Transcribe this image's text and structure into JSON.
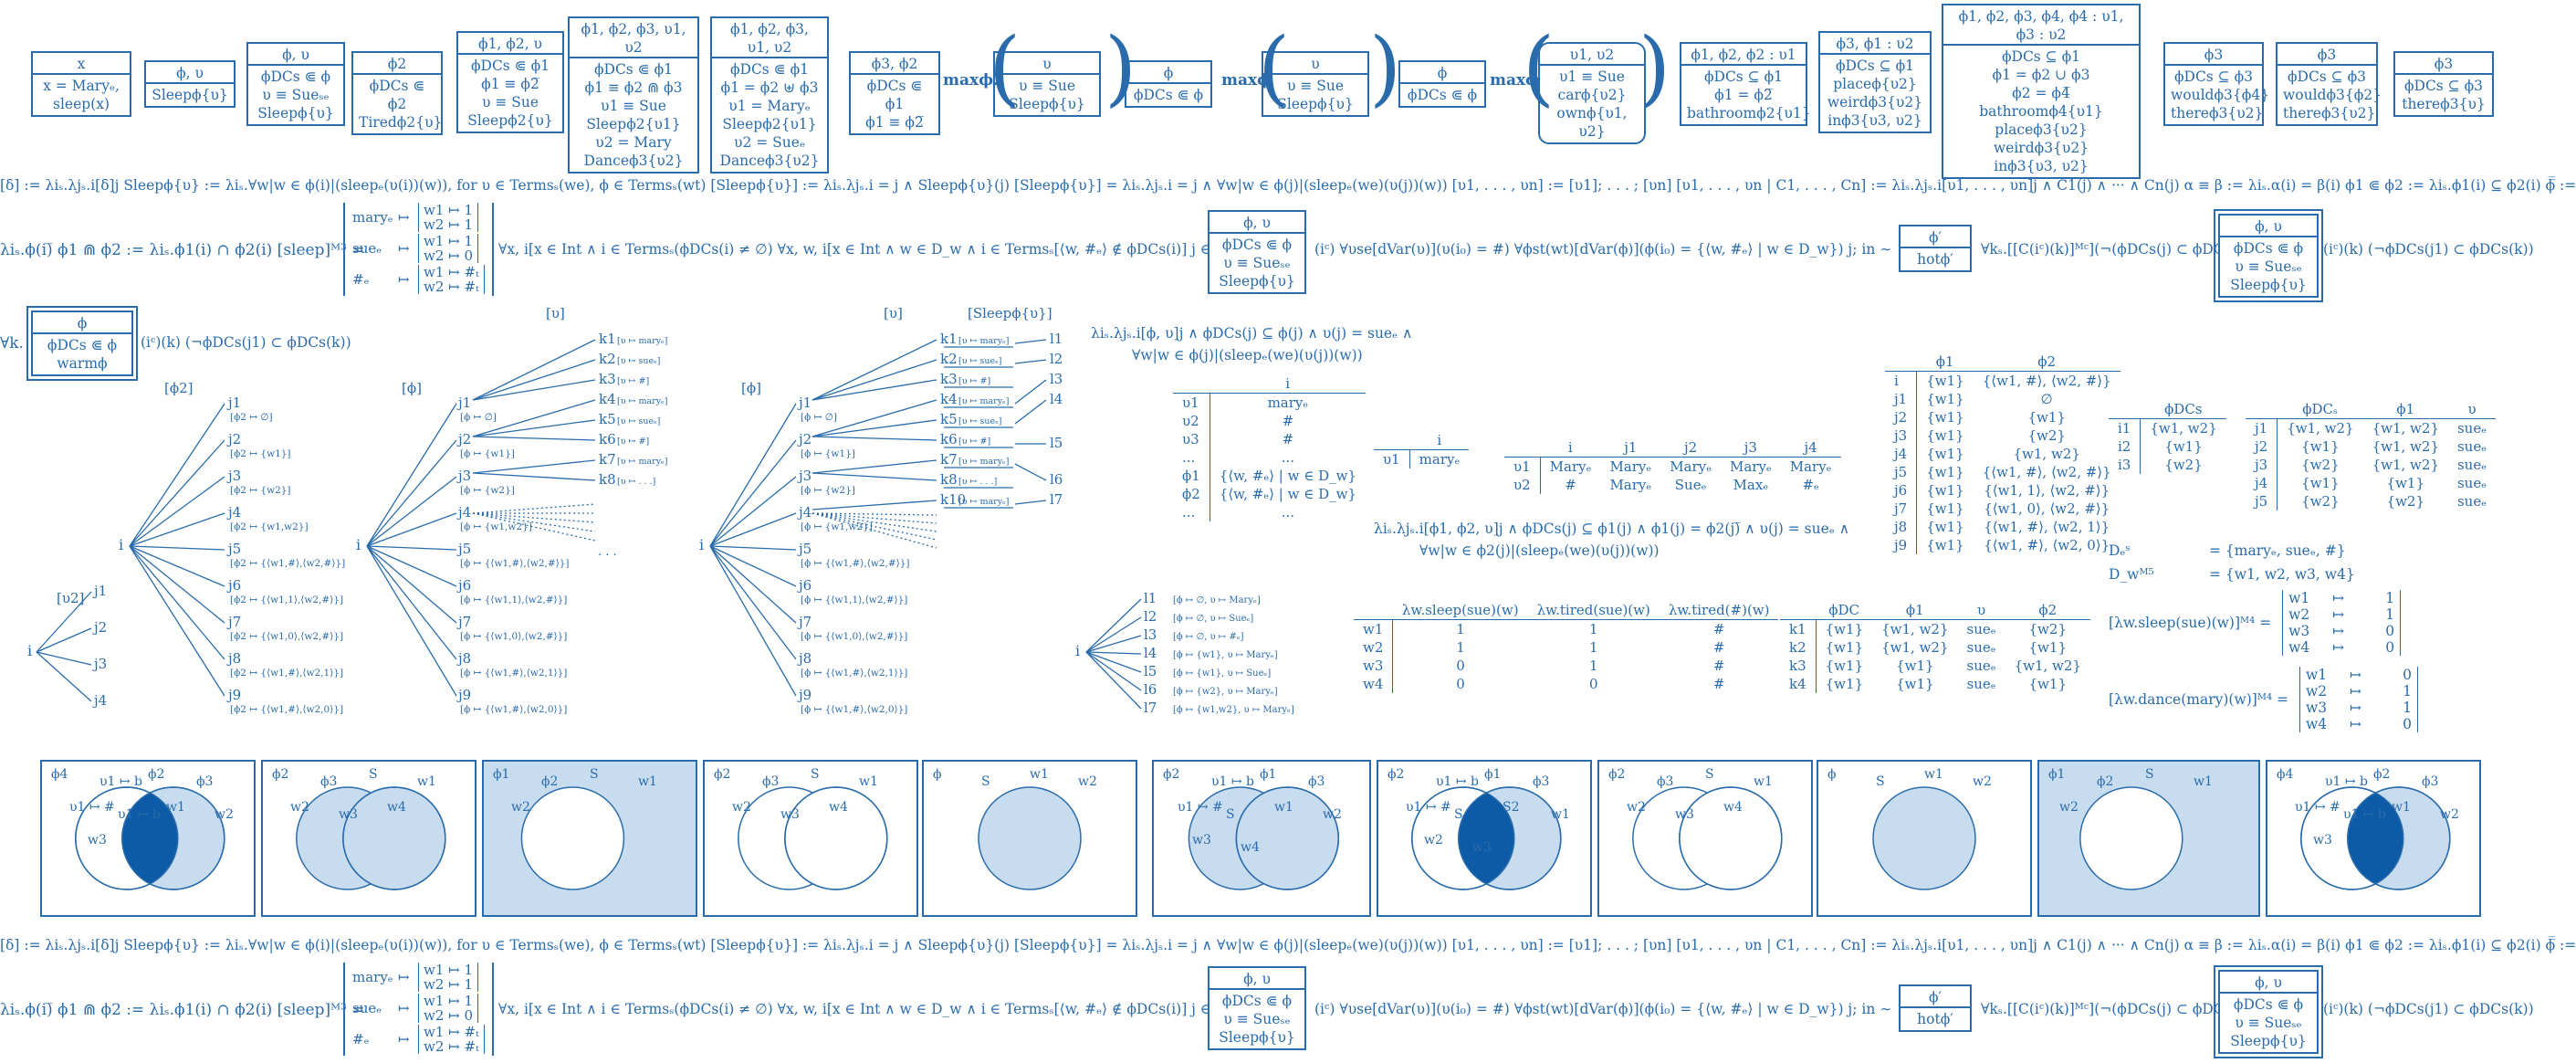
{
  "top_boxes": [
    {
      "head": "x",
      "lines": [
        "x = Maryₑ,",
        "sleep(x)"
      ]
    },
    {
      "head": "ϕ, υ",
      "lines": [
        "Sleepϕ{υ}"
      ]
    },
    {
      "head": "ϕ, υ",
      "lines": [
        "ϕDCs ⋐ ϕ",
        "υ ≡ Sueₛₑ",
        "Sleepϕ{υ}"
      ]
    },
    {
      "head": "ϕ2",
      "lines": [
        "ϕDCs ⋐ ϕ2",
        "Tiredϕ2{υ}"
      ]
    },
    {
      "head": "ϕ1, ϕ2, υ",
      "lines": [
        "ϕDCs ⋐ ϕ1",
        "ϕ1 ≡ ϕ2̅",
        "υ ≡ Sue",
        "Sleepϕ2{υ}"
      ]
    },
    {
      "head": "ϕ1, ϕ2, ϕ3, υ1, υ2",
      "lines": [
        "ϕDCs ⋐ ϕ1",
        "ϕ1 ≡ ϕ2 ⋒ ϕ3",
        "υ1 ≡ Sue",
        "Sleepϕ2{υ1}",
        "υ2 = Mary",
        "Danceϕ3{υ2}"
      ]
    },
    {
      "head": "ϕ1, ϕ2, ϕ3, υ1, υ2",
      "lines": [
        "ϕDCs ⋐ ϕ1",
        "ϕ1 = ϕ2 ⊎ ϕ3",
        "υ1 = Maryₑ",
        "Sleepϕ2{υ1}",
        "υ2 = Sueₑ",
        "Danceϕ3{υ2}"
      ]
    },
    {
      "head": "ϕ3, ϕ2",
      "lines": [
        "ϕDCs ⋐ ϕ1",
        "ϕ1 ≡ ϕ2̅"
      ]
    },
    {
      "head": "υ",
      "lines": [
        "υ ≡ Sue",
        "Sleepϕ{υ}"
      ]
    },
    {
      "head": "ϕ",
      "lines": [
        "ϕDCs ⋐ ϕ"
      ]
    },
    {
      "head": "υ",
      "lines": [
        "υ ≡ Sue",
        "Sleepϕ{υ}"
      ]
    },
    {
      "head": "ϕ",
      "lines": [
        "ϕDCs ⋐ ϕ"
      ]
    },
    {
      "head": "υ1, υ2",
      "lines": [
        "υ1 ≡ Sue",
        "carϕ{υ2}",
        "ownϕ{υ1, υ2}"
      ]
    },
    {
      "head": "ϕ1, ϕ2, ϕ2 : υ1",
      "lines": [
        "ϕDCs ⊆ ϕ1",
        "ϕ1 = ϕ2̅",
        "bathroomϕ2{υ1}"
      ]
    },
    {
      "head": "ϕ3, ϕ1 : υ2",
      "lines": [
        "ϕDCs ⊆ ϕ1",
        "placeϕ{υ2}",
        "weirdϕ3{υ2}",
        "inϕ3{υ3, υ2}"
      ]
    },
    {
      "head": "ϕ1, ϕ2, ϕ3, ϕ4, ϕ4 : υ1, ϕ3 : υ2",
      "lines": [
        "ϕDCs ⊆ ϕ1",
        "ϕ1 = ϕ2 ∪ ϕ3",
        "ϕ2 = ϕ4̅",
        "bathroomϕ4{υ1}",
        "placeϕ3{υ2}",
        "weirdϕ3{υ2}",
        "inϕ3{υ3, υ2}"
      ]
    },
    {
      "head": "ϕ3",
      "lines": [
        "ϕDCs ⊆ ϕ3",
        "wouldϕ3{ϕ4}",
        "thereϕ3{υ2}"
      ]
    },
    {
      "head": "ϕ3",
      "lines": [
        "ϕDCs ⊆ ϕ3",
        "wouldϕ3{ϕ2}",
        "thereϕ3{υ2}"
      ]
    },
    {
      "head": "ϕ3",
      "lines": [
        "ϕDCs ⊆ ϕ3",
        "thereϕ3{υ}"
      ]
    }
  ],
  "ops": {
    "max_phi2": "maxϕ2",
    "max_phi_a": "maxϕ",
    "max_phi_b": "maxϕ"
  },
  "formula_rows": {
    "row1": "[δ] := λiₛ.λjₛ.i[δ]j  Sleepϕ{υ} := λiₛ.∀w|w ∈ ϕ(i)|(sleepₑ(υ(i))(w)), for υ ∈ Termsₛ(we), ϕ ∈ Termsₛ(wt)  [Sleepϕ{υ}] := λiₛ.λjₛ.i = j ∧ Sleepϕ{υ}(j)  [Sleepϕ{υ}] = λiₛ.λjₛ.i = j ∧ ∀w|w ∈ ϕ(j)|(sleepₑ(we)(υ(j))(w))  [υ1, . . . , υn] := [υ1]; . . . ; [υn]  [υ1, . . . , υn | C1, . . . , Cn] := λiₛ.λjₛ.i[υ1, . . . , υn]j ∧ C1(j) ∧ ··· ∧ Cn(j)  α ≡ β := λiₛ.α(i) = β(i)  ϕ1 ⋐ ϕ2 := λiₛ.ϕ1(i) ⊆ ϕ2(i)  ϕ̅̅ :=",
    "row2": "λiₛ.ϕ(i)̅  ϕ1 ⋒ ϕ2 := λiₛ.ϕ1(i) ∩ ϕ2(i)  [sleep]ᴹ³ =",
    "row2b": "∀x, i[x ∈ Int ∧ i ∈ Termsₛ(ϕDCs(i) ≠ ∅) ∀x, w, i[x ∈ Int ∧ w ∈ D_w ∧ i ∈ Termsₛ[⟨w, #ₑ⟩ ∉ ϕDCs(i)] j ∈",
    "row2c": "(iᶜ) ∀υse[dVar(υ)](υ(i₀) = #) ∀ϕst(wt)[dVar(ϕ)](ϕ(i₀) = {⟨w, #ₑ⟩ | w ∈ D_w}) j; in ∼",
    "row2d": "∀kₛ.[[C(iᶜ)(k)]ᴹᶜ](¬(ϕDCs(j) ⊂ ϕDCs(k))) ∀kₛ.",
    "row2e": "(iᶜ)(k)  (¬ϕDCs(j1) ⊂ ϕDCs(k))",
    "row3": "∀k.",
    "row3b": "(iᶜ)(k)  (¬ϕDCs(j1) ⊂ ϕDCs(k))"
  },
  "sleep_matrix": [
    [
      "maryₑ",
      "↦",
      "w1 ↦ 1",
      "w2 ↦ 1"
    ],
    [
      "sueₑ",
      "↦",
      "w1 ↦ 1",
      "w2 ↦ 0"
    ],
    [
      "#ₑ",
      "↦",
      "w1 ↦ #ₜ",
      "w2 ↦ #ₜ"
    ]
  ],
  "row2_boxes": {
    "b1": {
      "head": "ϕ, υ",
      "lines": [
        "ϕDCs ⋐ ϕ",
        "υ ≡ Sueₛₑ",
        "Sleepϕ{υ}"
      ]
    },
    "b2": {
      "head": "ϕ′",
      "lines": [
        "hotϕ′"
      ]
    },
    "b3": {
      "head": "ϕ, υ",
      "lines": [
        "ϕDCs ⋐ ϕ",
        "υ ≡ Sueₛₑ",
        "Sleepϕ{υ}"
      ]
    },
    "b4": {
      "head": "ϕ",
      "lines": [
        "ϕDCs ⋐ ϕ",
        "warmϕ"
      ]
    }
  },
  "trees": {
    "t_upsilon2": {
      "title": "[υ2]",
      "root": "i",
      "leaves": [
        "j1",
        "j2",
        "j3",
        "j4"
      ]
    },
    "t_phi2": {
      "title": "[ϕ2]",
      "root": "i",
      "leaves": [
        [
          "j1",
          "[ϕ2 ↦ ∅]"
        ],
        [
          "j2",
          "[ϕ2 ↦ {w1}]"
        ],
        [
          "j3",
          "[ϕ2 ↦ {w2}]"
        ],
        [
          "j4",
          "[ϕ2 ↦ {w1,w2}]"
        ],
        [
          "j5",
          "[ϕ2 ↦ {⟨w1,#⟩,⟨w2,#⟩}]"
        ],
        [
          "j6",
          "[ϕ2 ↦ {⟨w1,1⟩,⟨w2,#⟩}]"
        ],
        [
          "j7",
          "[ϕ2 ↦ {⟨w1,0⟩,⟨w2,#⟩}]"
        ],
        [
          "j8",
          "[ϕ2 ↦ {⟨w1,#⟩,⟨w2,1⟩}]"
        ],
        [
          "j9",
          "[ϕ2 ↦ {⟨w1,#⟩,⟨w2,0⟩}]"
        ]
      ]
    },
    "t_upsilon": {
      "title": "[υ]",
      "root": "i",
      "leaves_j": [
        [
          "j1",
          "[ϕ ↦ ∅]"
        ],
        [
          "j2",
          "[ϕ ↦ {w1}]"
        ],
        [
          "j3",
          "[ϕ ↦ {w2}]"
        ],
        [
          "j4",
          "[ϕ ↦ {w1,w2}]"
        ],
        [
          "j5",
          "[ϕ ↦ {⟨w1,#⟩,⟨w2,#⟩}]"
        ],
        [
          "j6",
          "[ϕ ↦ {⟨w1,1⟩,⟨w2,#⟩}]"
        ],
        [
          "j7",
          "[ϕ ↦ {⟨w1,0⟩,⟨w2,#⟩}]"
        ],
        [
          "j8",
          "[ϕ ↦ {⟨w1,#⟩,⟨w2,1⟩}]"
        ],
        [
          "j9",
          "[ϕ ↦ {⟨w1,#⟩,⟨w2,0⟩}]"
        ]
      ],
      "leaves_k": [
        [
          "k1",
          "[υ ↦ maryₑ]"
        ],
        [
          "k2",
          "[υ ↦ sueₑ]"
        ],
        [
          "k3",
          "[υ ↦ #]"
        ],
        [
          "k4",
          "[υ ↦ maryₑ]"
        ],
        [
          "k5",
          "[υ ↦ sueₑ]"
        ],
        [
          "k6",
          "[υ ↦ #]"
        ],
        [
          "k7",
          "[υ ↦ maryₑ]"
        ],
        [
          "k8",
          "[υ ↦ . . .]"
        ]
      ],
      "side": "[ϕ]"
    },
    "t_sleep": {
      "title": "[υ]",
      "title2": "[Sleepϕ{υ}]",
      "side": "[ϕ]",
      "leaves_j": [
        [
          "j1",
          "[ϕ ↦ ∅]"
        ],
        [
          "j2",
          "[ϕ ↦ {w1}]"
        ],
        [
          "j3",
          "[ϕ ↦ {w2}]"
        ],
        [
          "j4",
          "[ϕ ↦ {w1,w2}]"
        ],
        [
          "j5",
          "[ϕ ↦ {⟨w1,#⟩,⟨w2,#⟩}]"
        ],
        [
          "j6",
          "[ϕ ↦ {⟨w1,1⟩,⟨w2,#⟩}]"
        ],
        [
          "j7",
          "[ϕ ↦ {⟨w1,0⟩,⟨w2,#⟩}]"
        ],
        [
          "j8",
          "[ϕ ↦ {⟨w1,#⟩,⟨w2,1⟩}]"
        ],
        [
          "j9",
          "[ϕ ↦ {⟨w1,#⟩,⟨w2,0⟩}]"
        ]
      ],
      "leaves_k": [
        [
          "k1",
          "[υ ↦ maryₑ]"
        ],
        [
          "k2",
          "[υ ↦ sueₑ]"
        ],
        [
          "k3",
          "[υ ↦ #]"
        ],
        [
          "k4",
          "[υ ↦ maryₑ]"
        ],
        [
          "k5",
          "[υ ↦ sueₑ]"
        ],
        [
          "k6",
          "[υ ↦ #]"
        ],
        [
          "k7",
          "[υ ↦ maryₑ]"
        ],
        [
          "k8",
          "[υ ↦ . . .]"
        ],
        [
          "k10",
          "[υ ↦ maryₑ]"
        ]
      ],
      "leaves_l": [
        "l1",
        "l2",
        "l3",
        "l4",
        "l5",
        "l6",
        "l7"
      ]
    },
    "t_l": {
      "root": "i",
      "leaves": [
        [
          "l1",
          "[ϕ ↦ ∅, υ ↦ Maryₑ]"
        ],
        [
          "l2",
          "[ϕ ↦ ∅, υ ↦ Sueₑ]"
        ],
        [
          "l3",
          "[ϕ ↦ ∅, υ ↦ #ₑ]"
        ],
        [
          "l4",
          "[ϕ ↦ {w1}, υ ↦ Maryₑ]"
        ],
        [
          "l5",
          "[ϕ ↦ {w1}, υ ↦ Sueₑ]"
        ],
        [
          "l6",
          "[ϕ ↦ {w2}, υ ↦ Maryₑ]"
        ],
        [
          "l7",
          "[ϕ ↦ {w1,w2}, υ ↦ Maryₑ]"
        ]
      ]
    }
  },
  "mid_text": {
    "line1": "λiₛ.λjₛ.i[ϕ, υ]j ∧ ϕDCs(j) ⊆ ϕ(j) ∧ υ(j) = sueₑ ∧",
    "line2": "∀w|w ∈ ϕ(j)|(sleepₑ(we)(υ(j))(w))",
    "line3": "λiₛ.λjₛ.i[ϕ1, ϕ2, υ]j ∧ ϕDCs(j) ⊆ ϕ1(j) ∧ ϕ1(j) = ϕ2(j)̅ ∧ υ(j) = sueₑ ∧",
    "line4": "∀w|w ∈ ϕ2(j)|(sleepₑ(we)(υ(j))(w))"
  },
  "table_i": {
    "header": [
      "",
      "i"
    ],
    "rows": [
      [
        "υ1",
        "maryₑ"
      ],
      [
        "υ2",
        "#"
      ],
      [
        "υ3",
        "#"
      ],
      [
        "...",
        "..."
      ],
      [
        "ϕ1",
        "{⟨w, #ₑ⟩ | w ∈ D_w}"
      ],
      [
        "ϕ2",
        "{⟨w, #ₑ⟩ | w ∈ D_w}"
      ],
      [
        "...",
        "..."
      ]
    ]
  },
  "table_small": {
    "header": [
      "",
      "i"
    ],
    "rows": [
      [
        "υ1",
        "maryₑ"
      ]
    ]
  },
  "table_j": {
    "header": [
      "",
      "i",
      "j1",
      "j2",
      "j3",
      "j4"
    ],
    "rows": [
      [
        "υ1",
        "Maryₑ",
        "Maryₑ",
        "Maryₑ",
        "Maryₑ",
        "Maryₑ"
      ],
      [
        "υ2",
        "#",
        "Maryₑ",
        "Sueₑ",
        "Maxₑ",
        "#ₑ"
      ]
    ]
  },
  "table_lambda": {
    "header": [
      "",
      "λw.sleep(sue)(w)",
      "λw.tired(sue)(w)",
      "λw.tired(#)(w)"
    ],
    "rows": [
      [
        "w1",
        "1",
        "1",
        "#"
      ],
      [
        "w2",
        "1",
        "1",
        "#"
      ],
      [
        "w3",
        "0",
        "1",
        "#"
      ],
      [
        "w4",
        "0",
        "0",
        "#"
      ]
    ]
  },
  "table_k": {
    "header": [
      "",
      "ϕDC",
      "ϕ1",
      "υ",
      "ϕ2"
    ],
    "rows": [
      [
        "k1",
        "{w1}",
        "{w1, w2}",
        "sueₑ",
        "{w2}"
      ],
      [
        "k2",
        "{w1}",
        "{w1, w2}",
        "sueₑ",
        "{w1}"
      ],
      [
        "k3",
        "{w1}",
        "{w1}",
        "sueₑ",
        "{w1, w2}"
      ],
      [
        "k4",
        "{w1}",
        "{w1}",
        "sueₑ",
        "{w1}"
      ]
    ]
  },
  "table_phi12": {
    "header": [
      "",
      "ϕ1",
      "ϕ2"
    ],
    "rows": [
      [
        "i",
        "{w1}",
        "{⟨w1, #⟩, ⟨w2, #⟩}"
      ],
      [
        "j1",
        "{w1}",
        "∅"
      ],
      [
        "j2",
        "{w1}",
        "{w1}"
      ],
      [
        "j3",
        "{w1}",
        "{w2}"
      ],
      [
        "j4",
        "{w1}",
        "{w1, w2}"
      ],
      [
        "j5",
        "{w1}",
        "{⟨w1, #⟩, ⟨w2, #⟩}"
      ],
      [
        "j6",
        "{w1}",
        "{⟨w1, 1⟩, ⟨w2, #⟩}"
      ],
      [
        "j7",
        "{w1}",
        "{⟨w1, 0⟩, ⟨w2, #⟩}"
      ],
      [
        "j8",
        "{w1}",
        "{⟨w1, #⟩, ⟨w2, 1⟩}"
      ],
      [
        "j9",
        "{w1}",
        "{⟨w1, #⟩, ⟨w2, 0⟩}"
      ]
    ]
  },
  "table_dcs": {
    "header": [
      "",
      "ϕDCs"
    ],
    "rows": [
      [
        "i1",
        "{w1, w2}"
      ],
      [
        "i2",
        "{w1}"
      ],
      [
        "i3",
        "{w2}"
      ]
    ]
  },
  "table_full": {
    "header": [
      "",
      "ϕDCₛ",
      "ϕ1",
      "υ"
    ],
    "rows": [
      [
        "j1",
        "{w1, w2}",
        "{w1, w2}",
        "sueₑ"
      ],
      [
        "j2",
        "{w1}",
        "{w1, w2}",
        "sueₑ"
      ],
      [
        "j3",
        "{w2}",
        "{w1, w2}",
        "sueₑ"
      ],
      [
        "j4",
        "{w1}",
        "{w1}",
        "sueₑ"
      ],
      [
        "j5",
        "{w2}",
        "{w2}",
        "sueₑ"
      ]
    ]
  },
  "domains": {
    "de_label": "Dₑˢ",
    "de_value": "= {maryₑ, sueₑ, #}",
    "dw_label": "D_wᴹ⁵",
    "dw_value": "= {w1, w2, w3, w4}"
  },
  "lambda_matrices": [
    {
      "label": "[λw.sleep(sue)(w)]ᴹ⁴ =",
      "rows": [
        [
          "w1",
          "↦",
          "1"
        ],
        [
          "w2",
          "↦",
          "1"
        ],
        [
          "w3",
          "↦",
          "0"
        ],
        [
          "w4",
          "↦",
          "0"
        ]
      ]
    },
    {
      "label": "[λw.dance(mary)(w)]ᴹ⁴ =",
      "rows": [
        [
          "w1",
          "↦",
          "0"
        ],
        [
          "w2",
          "↦",
          "1"
        ],
        [
          "w3",
          "↦",
          "1"
        ],
        [
          "w4",
          "↦",
          "0"
        ]
      ]
    }
  ],
  "panels": [
    {
      "labels": [
        "ϕ4",
        "υ1 ↦ b",
        "ϕ2",
        "ϕ3",
        "υ1 ↦ #",
        "υ1 ↦ b",
        "w1",
        "w2",
        "w3"
      ]
    },
    {
      "labels": [
        "ϕ2",
        "ϕ3",
        "S",
        "w1",
        "w2",
        "w3",
        "w4"
      ]
    },
    {
      "labels": [
        "ϕ1",
        "ϕ2",
        "S",
        "w1",
        "w2"
      ]
    },
    {
      "labels": [
        "ϕ2",
        "ϕ3",
        "S",
        "w1",
        "w2",
        "w3",
        "w4"
      ]
    },
    {
      "labels": [
        "ϕ",
        "S",
        "w1",
        "w2"
      ]
    },
    {
      "labels": [
        "ϕ2",
        "υ1 ↦ b",
        "ϕ1",
        "ϕ3",
        "υ1 ↦ #",
        "S",
        "w1",
        "w2",
        "w3",
        "w4"
      ]
    },
    {
      "labels": [
        "ϕ2",
        "υ1 ↦ b",
        "ϕ1",
        "ϕ3",
        "υ1 ↦ #",
        "S",
        "S2",
        "w1",
        "w2",
        "w3"
      ]
    },
    {
      "labels": [
        "ϕ2",
        "ϕ3",
        "S",
        "w1",
        "w2",
        "w3",
        "w4"
      ]
    },
    {
      "labels": [
        "ϕ",
        "S",
        "w1",
        "w2"
      ]
    },
    {
      "labels": [
        "ϕ1",
        "ϕ2",
        "S",
        "w1",
        "w2"
      ]
    },
    {
      "labels": [
        "ϕ4",
        "υ1 ↦ b",
        "ϕ2",
        "ϕ3",
        "υ1 ↦ #",
        "υ1 ↦ b",
        "w1",
        "w2",
        "w3"
      ]
    }
  ],
  "colors": {
    "ink": "#2a6cab",
    "fill_light": "#c8dcef",
    "fill_dark": "#0d5aa7"
  }
}
